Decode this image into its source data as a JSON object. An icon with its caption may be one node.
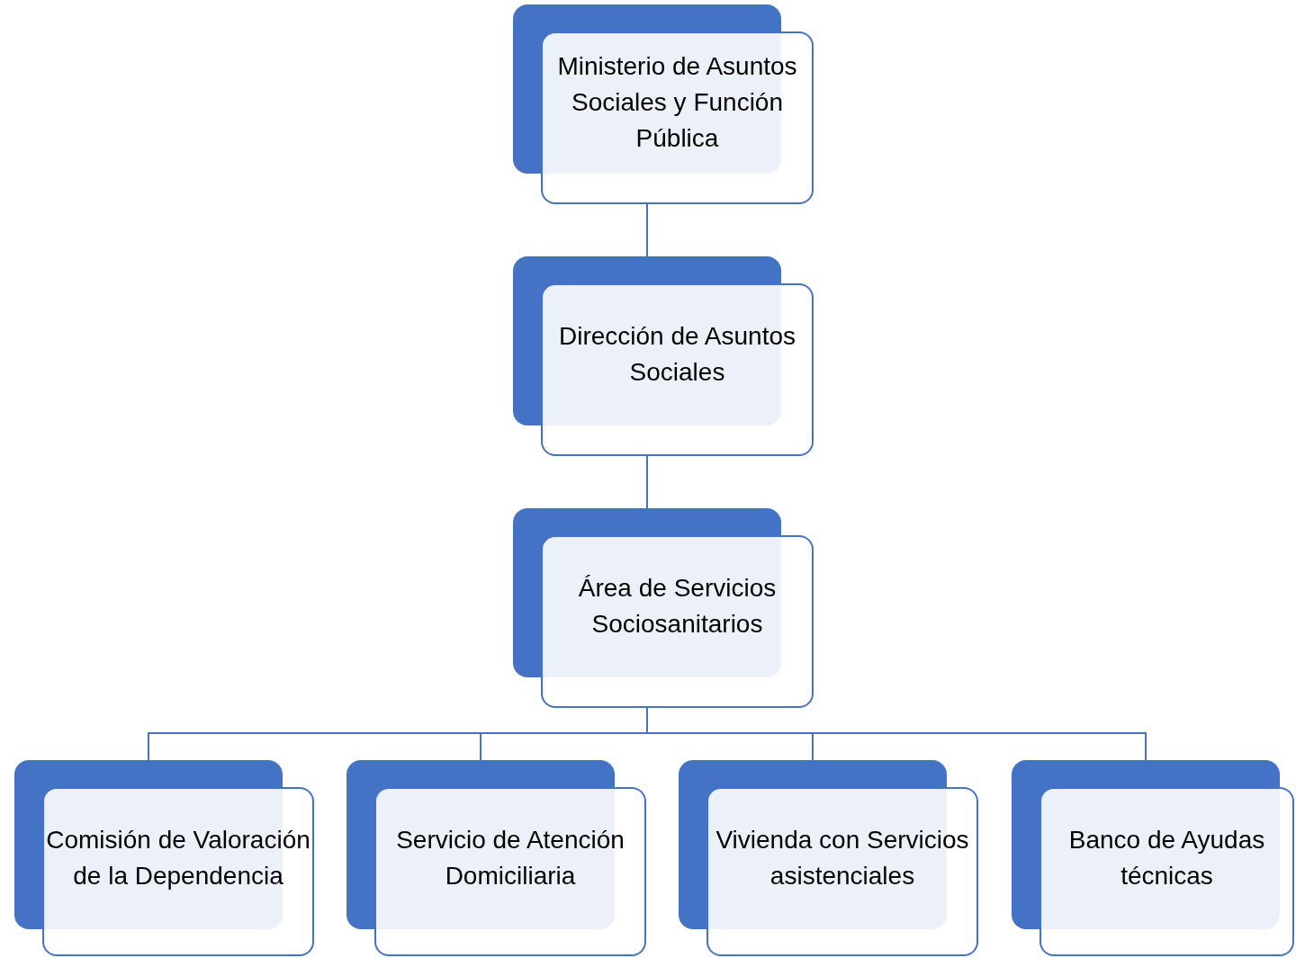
{
  "diagram": {
    "nodes": [
      {
        "text": [
          "Ministerio de Asuntos Sociales y Función Pública"
        ]
      },
      {
        "text": [
          "Dirección de Asuntos Sociales"
        ]
      },
      {
        "text": [
          "Área de Servicios Sociosanitarios"
        ]
      },
      {
        "text": [
          "Comisión de Valoración de la Dependencia"
        ]
      },
      {
        "text": [
          "Servicio de Atención Domiciliaria"
        ]
      },
      {
        "text": [
          "Vivienda con Servicios asistenciales"
        ]
      },
      {
        "text": [
          "Banco de Ayudas técnicas"
        ]
      }
    ],
    "edges": [
      {
        "from": 0,
        "to": 1,
        "arrow": "none"
      },
      {
        "from": 1,
        "to": 2,
        "arrow": "none"
      },
      {
        "from": 2,
        "to": 3,
        "arrow": "none"
      },
      {
        "from": 2,
        "to": 4,
        "arrow": "none"
      },
      {
        "from": 2,
        "to": 5,
        "arrow": "none"
      },
      {
        "from": 2,
        "to": 6,
        "arrow": "none"
      }
    ]
  }
}
